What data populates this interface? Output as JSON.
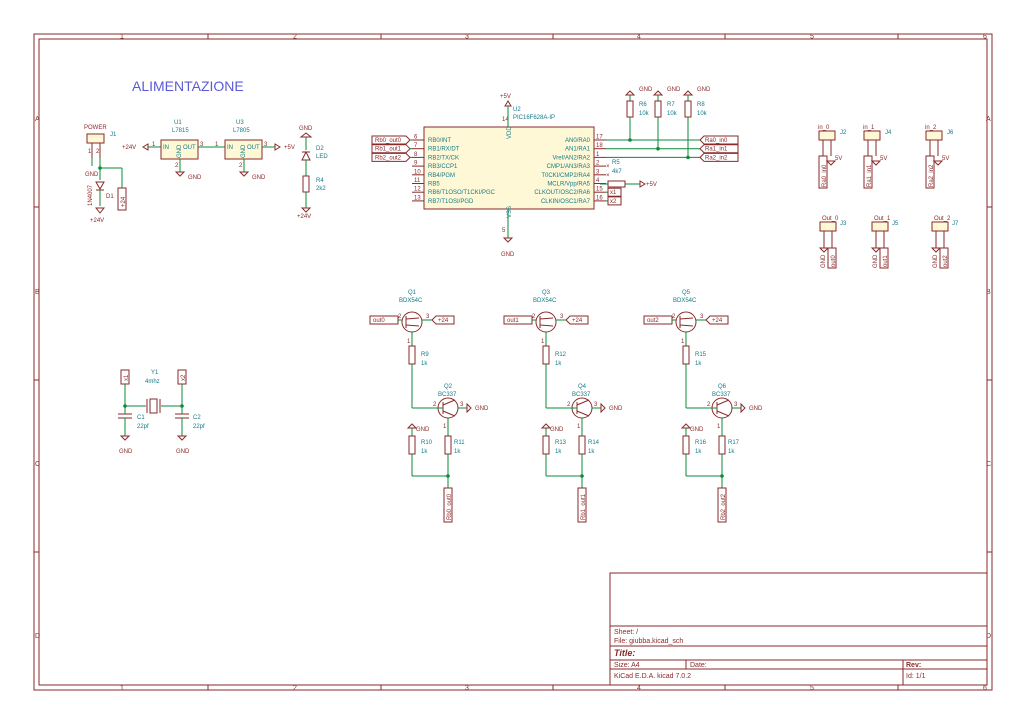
{
  "border": {
    "cols": [
      "1",
      "2",
      "3",
      "4",
      "5",
      "6"
    ],
    "rows": [
      "A",
      "B",
      "C",
      "D"
    ]
  },
  "heading": "ALIMENTAZIONE",
  "power": {
    "ref": "J1",
    "name": "POWER",
    "pins": [
      "1",
      "2"
    ],
    "d1_ref": "D1",
    "d1_val": "1N4007",
    "gnd": "GND",
    "v24": "+24V",
    "lbl24": "+24"
  },
  "reg1": {
    "ref": "U1",
    "val": "L7815",
    "in": "IN",
    "out": "OUT",
    "gnd": "GND",
    "p1": "1",
    "p2": "2",
    "p3": "3",
    "rail": "+24V",
    "g": "GND"
  },
  "reg2": {
    "ref": "U3",
    "val": "L7805",
    "in": "IN",
    "out": "OUT",
    "gnd": "GND",
    "p1": "1",
    "p2": "2",
    "p3": "3",
    "rail": "+5V",
    "g": "GND"
  },
  "led": {
    "gnd": "GND",
    "ref": "D2",
    "val": "LED",
    "r_ref": "R4",
    "r_val": "2k2",
    "v24": "+24V"
  },
  "mcu": {
    "ref": "U2",
    "val": "PIC16F628A-IP",
    "vdd": "VDD",
    "vss": "VSS",
    "p5v": "+5V",
    "gnd": "GND",
    "pin14": "14",
    "pin5": "5",
    "left": [
      {
        "n": "6",
        "s": "RB0/INT",
        "net": "Rb0_out0"
      },
      {
        "n": "7",
        "s": "RB1/RX/DT",
        "net": "Rb1_out1"
      },
      {
        "n": "8",
        "s": "RB2/TX/CK",
        "net": "Rb2_out2"
      },
      {
        "n": "9",
        "s": "RB3/CCP1",
        "net": ""
      },
      {
        "n": "10",
        "s": "RB4/PGM",
        "net": ""
      },
      {
        "n": "11",
        "s": "RB5",
        "net": ""
      },
      {
        "n": "12",
        "s": "RB6/T1OSO/T1CKI/PGC",
        "net": ""
      },
      {
        "n": "13",
        "s": "RB7/T1OSI/PGD",
        "net": ""
      }
    ],
    "right": [
      {
        "n": "17",
        "s": "AN0/RA0",
        "net": "Ra0_in0"
      },
      {
        "n": "18",
        "s": "AN1/RA1",
        "net": "Ra1_in1"
      },
      {
        "n": "1",
        "s": "Vref/AN2/RA2",
        "net": "Ra2_in2"
      },
      {
        "n": "2",
        "s": "CMP1/AN3/RA3",
        "net": ""
      },
      {
        "n": "3",
        "s": "T0CKI/CMP2/RA4",
        "net": ""
      },
      {
        "n": "4",
        "s": "MCLR/Vpp/RA5",
        "net": ""
      },
      {
        "n": "15",
        "s": "CLKOUT/OSC2/RA6",
        "net": "x1"
      },
      {
        "n": "16",
        "s": "CLKIN/OSC1/RA7",
        "net": "x2"
      }
    ]
  },
  "pullups": [
    {
      "ref": "R6",
      "val": "10k",
      "g": "GND"
    },
    {
      "ref": "R7",
      "val": "10k",
      "g": "GND"
    },
    {
      "ref": "R8",
      "val": "10k",
      "g": "GND"
    }
  ],
  "r5": {
    "ref": "R5",
    "val": "4k7",
    "rail": "+5V"
  },
  "inputs": [
    {
      "ref": "J2",
      "name": "in_0",
      "net": "Ra0_in0",
      "v": "5V"
    },
    {
      "ref": "J4",
      "name": "in_1",
      "net": "Ra1_in1",
      "v": "5V"
    },
    {
      "ref": "J6",
      "name": "in_2",
      "net": "Ra2_in2",
      "v": "5V"
    }
  ],
  "outputs": [
    {
      "ref": "J3",
      "name": "Out_0",
      "net": "out0",
      "g": "GND"
    },
    {
      "ref": "J5",
      "name": "Out_1",
      "net": "out1",
      "g": "GND"
    },
    {
      "ref": "J7",
      "name": "Out_2",
      "net": "out2",
      "g": "GND"
    }
  ],
  "crystal": {
    "ref": "Y1",
    "val": "4mhz",
    "x1": "x1",
    "x2": "x2",
    "c1": "C1",
    "c2": "C2",
    "cv": "22pf",
    "g": "GND"
  },
  "drivers": [
    {
      "q1": "Q1",
      "q1v": "BDX54C",
      "q2": "Q2",
      "q2v": "BC337",
      "rb": "R9",
      "r10": "R10",
      "r11": "R11",
      "in": "out0",
      "v24": "+24",
      "net": "Rb0_out0",
      "g": "GND",
      "k": "1k"
    },
    {
      "q1": "Q3",
      "q1v": "BDX54C",
      "q2": "Q4",
      "q2v": "BC337",
      "rb": "R12",
      "r10": "R13",
      "r11": "R14",
      "in": "out1",
      "v24": "+24",
      "net": "Rb1_out1",
      "g": "GND",
      "k": "1k"
    },
    {
      "q1": "Q5",
      "q1v": "BDX54C",
      "q2": "Q6",
      "q2v": "BC337",
      "rb": "R15",
      "r10": "R16",
      "r11": "R17",
      "in": "out2",
      "v24": "+24",
      "net": "Rb2_out2",
      "g": "GND",
      "k": "1k"
    }
  ],
  "titleblock": {
    "sheet": "Sheet: /",
    "file": "File: giubba.kicad_sch",
    "title": "Title:",
    "size": "Size: A4",
    "date": "Date:",
    "rev": "Rev:",
    "tool": "KiCad E.D.A.  kicad 7.0.2",
    "id": "Id: 1/1"
  }
}
